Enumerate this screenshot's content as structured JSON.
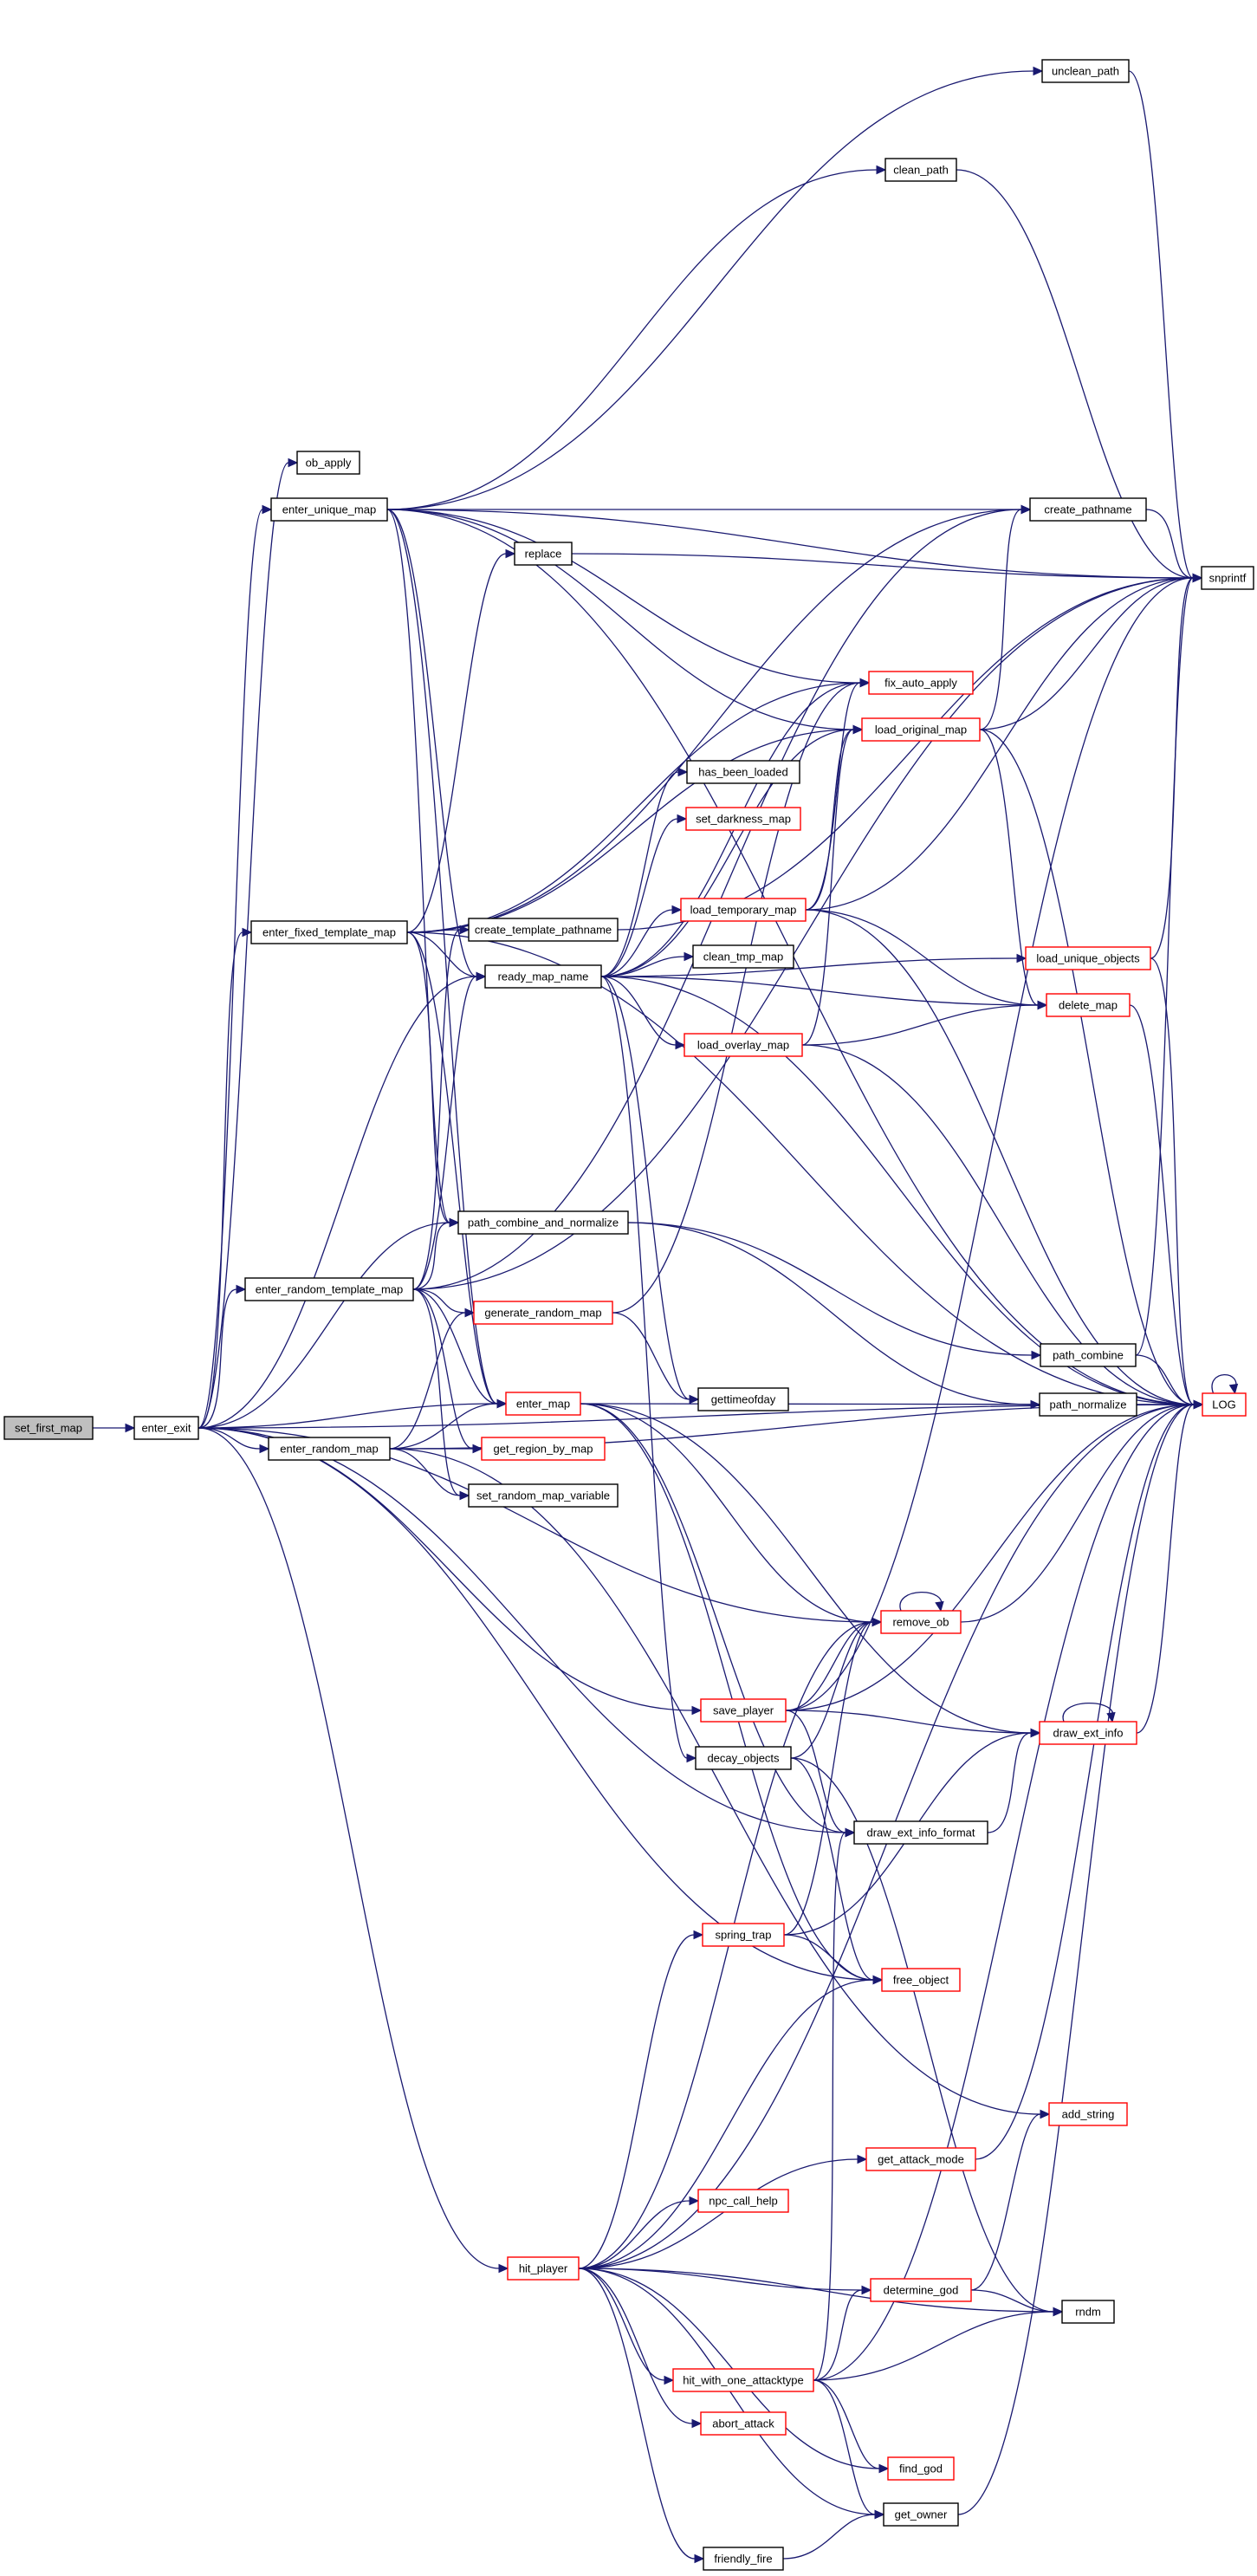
{
  "colors": {
    "edge": "#191970",
    "node_border_black": "#000000",
    "node_border_red": "#ff0000",
    "root_fill": "#bfbfbf",
    "node_fill": "#ffffff"
  },
  "nodes": [
    {
      "id": "set_first_map",
      "label": "set_first_map",
      "style": "root"
    },
    {
      "id": "enter_exit",
      "label": "enter_exit",
      "style": "black"
    },
    {
      "id": "ob_apply",
      "label": "ob_apply",
      "style": "black"
    },
    {
      "id": "enter_unique_map",
      "label": "enter_unique_map",
      "style": "black"
    },
    {
      "id": "unclean_path",
      "label": "unclean_path",
      "style": "black"
    },
    {
      "id": "clean_path",
      "label": "clean_path",
      "style": "black"
    },
    {
      "id": "snprintf",
      "label": "snprintf",
      "style": "black"
    },
    {
      "id": "create_pathname",
      "label": "create_pathname",
      "style": "black"
    },
    {
      "id": "replace",
      "label": "replace",
      "style": "black"
    },
    {
      "id": "fix_auto_apply",
      "label": "fix_auto_apply",
      "style": "red"
    },
    {
      "id": "load_original_map",
      "label": "load_original_map",
      "style": "red"
    },
    {
      "id": "has_been_loaded",
      "label": "has_been_loaded",
      "style": "black"
    },
    {
      "id": "set_darkness_map",
      "label": "set_darkness_map",
      "style": "red"
    },
    {
      "id": "load_temporary_map",
      "label": "load_temporary_map",
      "style": "red"
    },
    {
      "id": "enter_fixed_template_map",
      "label": "enter_fixed_template_map",
      "style": "black"
    },
    {
      "id": "create_template_pathname",
      "label": "create_template_pathname",
      "style": "black"
    },
    {
      "id": "ready_map_name",
      "label": "ready_map_name",
      "style": "black"
    },
    {
      "id": "clean_tmp_map",
      "label": "clean_tmp_map",
      "style": "black"
    },
    {
      "id": "load_unique_objects",
      "label": "load_unique_objects",
      "style": "red"
    },
    {
      "id": "delete_map",
      "label": "delete_map",
      "style": "red"
    },
    {
      "id": "load_overlay_map",
      "label": "load_overlay_map",
      "style": "red"
    },
    {
      "id": "path_combine_and_normalize",
      "label": "path_combine_and_normalize",
      "style": "black"
    },
    {
      "id": "enter_random_template_map",
      "label": "enter_random_template_map",
      "style": "black"
    },
    {
      "id": "generate_random_map",
      "label": "generate_random_map",
      "style": "red"
    },
    {
      "id": "path_combine",
      "label": "path_combine",
      "style": "black"
    },
    {
      "id": "gettimeofday",
      "label": "gettimeofday",
      "style": "black"
    },
    {
      "id": "enter_map",
      "label": "enter_map",
      "style": "red"
    },
    {
      "id": "path_normalize",
      "label": "path_normalize",
      "style": "black"
    },
    {
      "id": "LOG",
      "label": "LOG",
      "style": "red"
    },
    {
      "id": "enter_random_map",
      "label": "enter_random_map",
      "style": "black"
    },
    {
      "id": "get_region_by_map",
      "label": "get_region_by_map",
      "style": "red"
    },
    {
      "id": "set_random_map_variable",
      "label": "set_random_map_variable",
      "style": "black"
    },
    {
      "id": "remove_ob",
      "label": "remove_ob",
      "style": "red"
    },
    {
      "id": "save_player",
      "label": "save_player",
      "style": "red"
    },
    {
      "id": "draw_ext_info",
      "label": "draw_ext_info",
      "style": "red"
    },
    {
      "id": "decay_objects",
      "label": "decay_objects",
      "style": "black"
    },
    {
      "id": "draw_ext_info_format",
      "label": "draw_ext_info_format",
      "style": "black"
    },
    {
      "id": "spring_trap",
      "label": "spring_trap",
      "style": "red"
    },
    {
      "id": "free_object",
      "label": "free_object",
      "style": "red"
    },
    {
      "id": "add_string",
      "label": "add_string",
      "style": "red"
    },
    {
      "id": "get_attack_mode",
      "label": "get_attack_mode",
      "style": "red"
    },
    {
      "id": "npc_call_help",
      "label": "npc_call_help",
      "style": "red"
    },
    {
      "id": "hit_player",
      "label": "hit_player",
      "style": "red"
    },
    {
      "id": "determine_god",
      "label": "determine_god",
      "style": "red"
    },
    {
      "id": "rndm",
      "label": "rndm",
      "style": "black"
    },
    {
      "id": "hit_with_one_attacktype",
      "label": "hit_with_one_attacktype",
      "style": "red"
    },
    {
      "id": "abort_attack",
      "label": "abort_attack",
      "style": "red"
    },
    {
      "id": "find_god",
      "label": "find_god",
      "style": "red"
    },
    {
      "id": "get_owner",
      "label": "get_owner",
      "style": "black"
    },
    {
      "id": "friendly_fire",
      "label": "friendly_fire",
      "style": "black"
    }
  ],
  "edges": [
    [
      "set_first_map",
      "enter_exit"
    ],
    [
      "enter_exit",
      "ob_apply"
    ],
    [
      "enter_exit",
      "enter_unique_map"
    ],
    [
      "enter_exit",
      "enter_fixed_template_map"
    ],
    [
      "enter_exit",
      "enter_random_template_map"
    ],
    [
      "enter_exit",
      "enter_random_map"
    ],
    [
      "enter_exit",
      "enter_map"
    ],
    [
      "enter_exit",
      "ready_map_name"
    ],
    [
      "enter_exit",
      "path_combine_and_normalize"
    ],
    [
      "enter_exit",
      "remove_ob"
    ],
    [
      "enter_exit",
      "save_player"
    ],
    [
      "enter_exit",
      "draw_ext_info_format"
    ],
    [
      "enter_exit",
      "free_object"
    ],
    [
      "enter_exit",
      "hit_player"
    ],
    [
      "enter_exit",
      "LOG"
    ],
    [
      "enter_unique_map",
      "unclean_path"
    ],
    [
      "enter_unique_map",
      "clean_path"
    ],
    [
      "enter_unique_map",
      "snprintf"
    ],
    [
      "enter_unique_map",
      "create_pathname"
    ],
    [
      "enter_unique_map",
      "fix_auto_apply"
    ],
    [
      "enter_unique_map",
      "load_original_map"
    ],
    [
      "enter_unique_map",
      "ready_map_name"
    ],
    [
      "enter_unique_map",
      "enter_map"
    ],
    [
      "enter_unique_map",
      "path_combine_and_normalize"
    ],
    [
      "enter_unique_map",
      "LOG"
    ],
    [
      "unclean_path",
      "snprintf"
    ],
    [
      "clean_path",
      "snprintf"
    ],
    [
      "create_pathname",
      "snprintf"
    ],
    [
      "replace",
      "snprintf"
    ],
    [
      "load_original_map",
      "create_pathname"
    ],
    [
      "load_original_map",
      "snprintf"
    ],
    [
      "load_original_map",
      "delete_map"
    ],
    [
      "load_original_map",
      "LOG"
    ],
    [
      "load_temporary_map",
      "fix_auto_apply"
    ],
    [
      "load_temporary_map",
      "load_original_map"
    ],
    [
      "load_temporary_map",
      "snprintf"
    ],
    [
      "load_temporary_map",
      "delete_map"
    ],
    [
      "load_temporary_map",
      "LOG"
    ],
    [
      "enter_fixed_template_map",
      "create_template_pathname"
    ],
    [
      "enter_fixed_template_map",
      "ready_map_name"
    ],
    [
      "enter_fixed_template_map",
      "replace"
    ],
    [
      "enter_fixed_template_map",
      "create_pathname"
    ],
    [
      "enter_fixed_template_map",
      "fix_auto_apply"
    ],
    [
      "enter_fixed_template_map",
      "load_original_map"
    ],
    [
      "enter_fixed_template_map",
      "path_combine_and_normalize"
    ],
    [
      "enter_fixed_template_map",
      "enter_map"
    ],
    [
      "enter_fixed_template_map",
      "LOG"
    ],
    [
      "create_template_pathname",
      "snprintf"
    ],
    [
      "ready_map_name",
      "has_been_loaded"
    ],
    [
      "ready_map_name",
      "set_darkness_map"
    ],
    [
      "ready_map_name",
      "load_temporary_map"
    ],
    [
      "ready_map_name",
      "clean_tmp_map"
    ],
    [
      "ready_map_name",
      "load_unique_objects"
    ],
    [
      "ready_map_name",
      "delete_map"
    ],
    [
      "ready_map_name",
      "load_overlay_map"
    ],
    [
      "ready_map_name",
      "load_original_map"
    ],
    [
      "ready_map_name",
      "fix_auto_apply"
    ],
    [
      "ready_map_name",
      "gettimeofday"
    ],
    [
      "ready_map_name",
      "decay_objects"
    ],
    [
      "ready_map_name",
      "LOG"
    ],
    [
      "load_unique_objects",
      "snprintf"
    ],
    [
      "load_unique_objects",
      "LOG"
    ],
    [
      "delete_map",
      "LOG"
    ],
    [
      "load_overlay_map",
      "load_original_map"
    ],
    [
      "load_overlay_map",
      "delete_map"
    ],
    [
      "load_overlay_map",
      "LOG"
    ],
    [
      "path_combine_and_normalize",
      "path_combine"
    ],
    [
      "path_combine_and_normalize",
      "path_normalize"
    ],
    [
      "enter_random_template_map",
      "generate_random_map"
    ],
    [
      "enter_random_template_map",
      "create_template_pathname"
    ],
    [
      "enter_random_template_map",
      "ready_map_name"
    ],
    [
      "enter_random_template_map",
      "path_combine_and_normalize"
    ],
    [
      "enter_random_template_map",
      "enter_map"
    ],
    [
      "enter_random_template_map",
      "get_region_by_map"
    ],
    [
      "enter_random_template_map",
      "set_random_map_variable"
    ],
    [
      "enter_random_template_map",
      "create_pathname"
    ],
    [
      "enter_random_template_map",
      "snprintf"
    ],
    [
      "generate_random_map",
      "gettimeofday"
    ],
    [
      "generate_random_map",
      "fix_auto_apply"
    ],
    [
      "path_combine",
      "snprintf"
    ],
    [
      "path_combine",
      "LOG"
    ],
    [
      "path_normalize",
      "LOG"
    ],
    [
      "LOG",
      "LOG"
    ],
    [
      "enter_map",
      "LOG"
    ],
    [
      "enter_map",
      "remove_ob"
    ],
    [
      "enter_map",
      "draw_ext_info"
    ],
    [
      "enter_map",
      "free_object"
    ],
    [
      "enter_map",
      "draw_ext_info_format"
    ],
    [
      "enter_random_map",
      "enter_map"
    ],
    [
      "enter_random_map",
      "generate_random_map"
    ],
    [
      "enter_random_map",
      "get_region_by_map"
    ],
    [
      "enter_random_map",
      "set_random_map_variable"
    ],
    [
      "enter_random_map",
      "add_string"
    ],
    [
      "enter_random_map",
      "LOG"
    ],
    [
      "remove_ob",
      "remove_ob"
    ],
    [
      "remove_ob",
      "LOG"
    ],
    [
      "save_player",
      "remove_ob"
    ],
    [
      "save_player",
      "draw_ext_info"
    ],
    [
      "save_player",
      "draw_ext_info_format"
    ],
    [
      "save_player",
      "snprintf"
    ],
    [
      "save_player",
      "LOG"
    ],
    [
      "draw_ext_info",
      "draw_ext_info"
    ],
    [
      "draw_ext_info",
      "LOG"
    ],
    [
      "decay_objects",
      "remove_ob"
    ],
    [
      "decay_objects",
      "free_object"
    ],
    [
      "decay_objects",
      "rndm"
    ],
    [
      "draw_ext_info_format",
      "draw_ext_info"
    ],
    [
      "spring_trap",
      "remove_ob"
    ],
    [
      "spring_trap",
      "draw_ext_info"
    ],
    [
      "spring_trap",
      "free_object"
    ],
    [
      "hit_player",
      "spring_trap"
    ],
    [
      "hit_player",
      "remove_ob"
    ],
    [
      "hit_player",
      "free_object"
    ],
    [
      "hit_player",
      "get_attack_mode"
    ],
    [
      "hit_player",
      "npc_call_help"
    ],
    [
      "hit_player",
      "determine_god"
    ],
    [
      "hit_player",
      "rndm"
    ],
    [
      "hit_player",
      "hit_with_one_attacktype"
    ],
    [
      "hit_player",
      "abort_attack"
    ],
    [
      "hit_player",
      "find_god"
    ],
    [
      "hit_player",
      "get_owner"
    ],
    [
      "hit_player",
      "friendly_fire"
    ],
    [
      "hit_player",
      "LOG"
    ],
    [
      "get_attack_mode",
      "LOG"
    ],
    [
      "determine_god",
      "add_string"
    ],
    [
      "determine_god",
      "rndm"
    ],
    [
      "hit_with_one_attacktype",
      "determine_god"
    ],
    [
      "hit_with_one_attacktype",
      "rndm"
    ],
    [
      "hit_with_one_attacktype",
      "draw_ext_info_format"
    ],
    [
      "hit_with_one_attacktype",
      "find_god"
    ],
    [
      "hit_with_one_attacktype",
      "get_owner"
    ],
    [
      "hit_with_one_attacktype",
      "LOG"
    ],
    [
      "get_owner",
      "LOG"
    ],
    [
      "friendly_fire",
      "get_owner"
    ]
  ]
}
